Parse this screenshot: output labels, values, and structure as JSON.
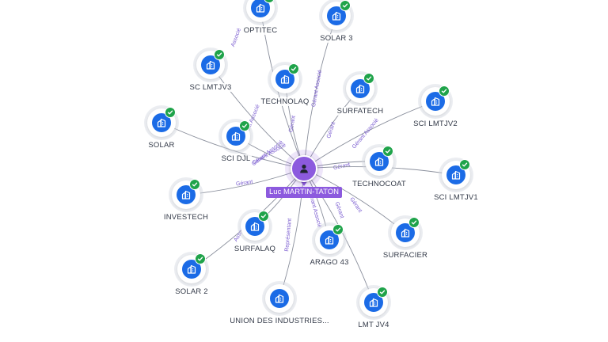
{
  "person": {
    "name": "Luc MARTIN-TATON",
    "icon": "person-icon",
    "color": "#8c5ade"
  },
  "company_icon": "building-icon",
  "verified_icon": "check-icon",
  "colors": {
    "node": "#1b6be6",
    "verified": "#1fa34a",
    "edge": "#8a8f9c",
    "edge_label": "#7a5cd0"
  },
  "companies": [
    {
      "id": "optitec",
      "name": "OPTITEC",
      "roles": [
        "Associé"
      ]
    },
    {
      "id": "solar3",
      "name": "SOLAR 3",
      "roles": [
        "Gérant Associé"
      ]
    },
    {
      "id": "scltjv3",
      "name": "SC LMTJV3",
      "roles": [
        "Gérant Associé"
      ]
    },
    {
      "id": "technolaq",
      "name": "TECHNOLAQ",
      "roles": [
        "Gérant"
      ]
    },
    {
      "id": "surfatech",
      "name": "SURFATECH",
      "roles": [
        "Gérant"
      ]
    },
    {
      "id": "scilmtjv2",
      "name": "SCI LMTJV2",
      "roles": [
        "Gérant Associé"
      ]
    },
    {
      "id": "solar",
      "name": "SOLAR",
      "roles": [
        "Gérant Associé"
      ]
    },
    {
      "id": "scidjl",
      "name": "SCI DJL",
      "roles": [
        "Gérant Associé"
      ]
    },
    {
      "id": "technocoat",
      "name": "TECHNOCOAT",
      "roles": [
        "Gérant"
      ]
    },
    {
      "id": "scilmtjv1",
      "name": "SCI LMTJV1",
      "roles": []
    },
    {
      "id": "investech",
      "name": "INVESTECH",
      "roles": [
        "Gérant"
      ]
    },
    {
      "id": "surfalaq",
      "name": "SURFALAQ",
      "roles": [
        "Gérant"
      ]
    },
    {
      "id": "arago43",
      "name": "ARAGO 43",
      "roles": [
        "Gérant Associé"
      ]
    },
    {
      "id": "surfacier",
      "name": "SURFACIER",
      "roles": [
        "Gérant"
      ]
    },
    {
      "id": "solar2",
      "name": "SOLAR 2",
      "roles": [
        "Associé"
      ]
    },
    {
      "id": "union",
      "name": "UNION DES INDUSTRIES...",
      "roles": [
        "Représentant"
      ],
      "verified": false
    },
    {
      "id": "lmtjv4",
      "name": "LMT JV4",
      "roles": [
        "Gérant"
      ]
    }
  ]
}
